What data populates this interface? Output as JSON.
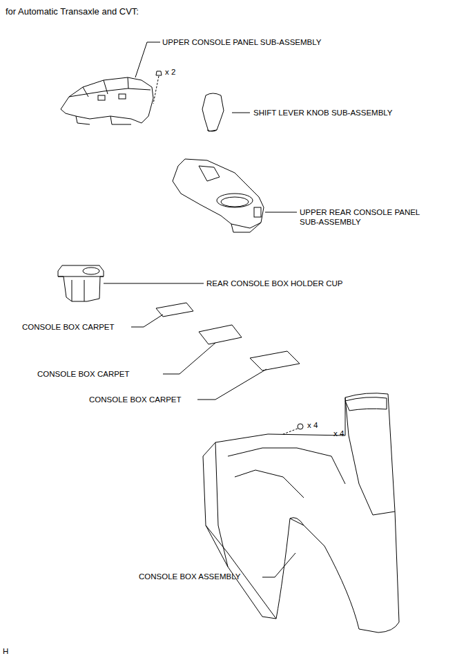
{
  "diagram": {
    "title": "for Automatic Transaxle and CVT:",
    "labels": [
      "UPPER CONSOLE PANEL SUB-ASSEMBLY",
      "x 2",
      "SHIFT LEVER KNOB SUB-ASSEMBLY",
      "UPPER REAR CONSOLE PANEL SUB-ASSEMBLY",
      "REAR CONSOLE BOX HOLDER CUP",
      "CONSOLE BOX CARPET",
      "CONSOLE BOX CARPET",
      "CONSOLE BOX CARPET",
      "x 4",
      "x 4",
      "CONSOLE BOX ASSEMBLY",
      "H"
    ]
  }
}
